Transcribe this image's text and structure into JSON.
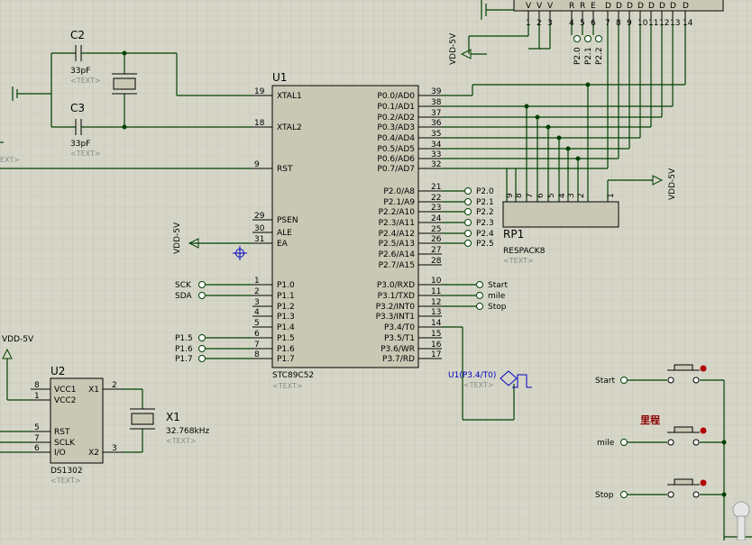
{
  "labels": {
    "u1": "U1",
    "u1_part": "STC89C52",
    "u2": "U2",
    "u2_part": "DS1302",
    "rp1": "RP1",
    "rp1_part": "RESPACK8",
    "x1": "X1",
    "x1_val": "32.768kHz",
    "c2": "C2",
    "c3": "C3",
    "cap_val": "33pF",
    "text_ph": "<TEXT>",
    "vdd": "VDD-5V",
    "probe": "U1(P3.4/T0)",
    "chinese": "里程",
    "start": "Start",
    "mile": "mile",
    "stop": "Stop",
    "sck": "SCK",
    "sda": "SDA",
    "p15": "P1.5",
    "p16": "P1.6",
    "p17": "P1.7",
    "p20": "P2.0",
    "p21": "P2.1",
    "p22": "P2.2",
    "p23": "P2.3",
    "p24": "P2.4",
    "p25": "P2.5"
  },
  "u1_left_pins": [
    {
      "num": "19",
      "name": "XTAL1"
    },
    {
      "num": "18",
      "name": "XTAL2"
    },
    {
      "num": "9",
      "name": "RST"
    },
    {
      "num": "29",
      "name": "PSEN"
    },
    {
      "num": "30",
      "name": "ALE"
    },
    {
      "num": "31",
      "name": "EA"
    },
    {
      "num": "1",
      "name": "P1.0"
    },
    {
      "num": "2",
      "name": "P1.1"
    },
    {
      "num": "3",
      "name": "P1.2"
    },
    {
      "num": "4",
      "name": "P1.3"
    },
    {
      "num": "5",
      "name": "P1.4"
    },
    {
      "num": "6",
      "name": "P1.5"
    },
    {
      "num": "7",
      "name": "P1.6"
    },
    {
      "num": "8",
      "name": "P1.7"
    }
  ],
  "u1_right_pins": [
    {
      "num": "39",
      "name": "P0.0/AD0"
    },
    {
      "num": "38",
      "name": "P0.1/AD1"
    },
    {
      "num": "37",
      "name": "P0.2/AD2"
    },
    {
      "num": "36",
      "name": "P0.3/AD3"
    },
    {
      "num": "35",
      "name": "P0.4/AD4"
    },
    {
      "num": "34",
      "name": "P0.5/AD5"
    },
    {
      "num": "33",
      "name": "P0.6/AD6"
    },
    {
      "num": "32",
      "name": "P0.7/AD7"
    },
    {
      "num": "21",
      "name": "P2.0/A8"
    },
    {
      "num": "22",
      "name": "P2.1/A9"
    },
    {
      "num": "23",
      "name": "P2.2/A10"
    },
    {
      "num": "24",
      "name": "P2.3/A11"
    },
    {
      "num": "25",
      "name": "P2.4/A12"
    },
    {
      "num": "26",
      "name": "P2.5/A13"
    },
    {
      "num": "27",
      "name": "P2.6/A14"
    },
    {
      "num": "28",
      "name": "P2.7/A15"
    },
    {
      "num": "10",
      "name": "P3.0/RXD"
    },
    {
      "num": "11",
      "name": "P3.1/TXD"
    },
    {
      "num": "12",
      "name": "P3.2/INT0"
    },
    {
      "num": "13",
      "name": "P3.3/INT1"
    },
    {
      "num": "14",
      "name": "P3.4/T0"
    },
    {
      "num": "15",
      "name": "P3.5/T1"
    },
    {
      "num": "16",
      "name": "P3.6/WR"
    },
    {
      "num": "17",
      "name": "P3.7/RD"
    }
  ],
  "u2_pins": [
    {
      "num": "8",
      "name": "VCC1"
    },
    {
      "num": "1",
      "name": "VCC2"
    },
    {
      "num": "5",
      "name": "RST"
    },
    {
      "num": "7",
      "name": "SCLK"
    },
    {
      "num": "6",
      "name": "I/O"
    },
    {
      "num": "2",
      "name": "X1"
    },
    {
      "num": "3",
      "name": "X2"
    }
  ],
  "rp1_pins": [
    "9",
    "8",
    "7",
    "6",
    "5",
    "4",
    "3",
    "2",
    "1"
  ],
  "lcd_pins": [
    "1",
    "2",
    "3",
    "4",
    "5",
    "6",
    "7",
    "8",
    "9",
    "10",
    "11",
    "12",
    "13",
    "14"
  ],
  "lcd_ctrl": [
    "P2.0",
    "P2.1",
    "P2.2"
  ],
  "lcd_top": [
    "V",
    "V",
    "V",
    "R",
    "R",
    "E",
    "D",
    "D",
    "D",
    "D",
    "D",
    "D",
    "D",
    "D"
  ]
}
